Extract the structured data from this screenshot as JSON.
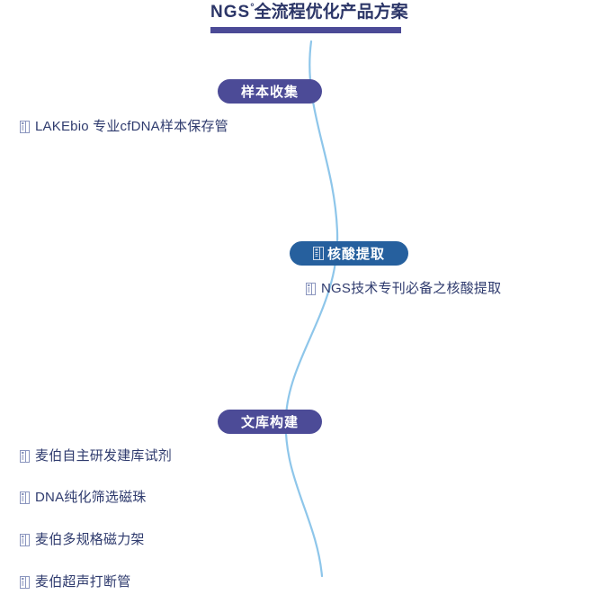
{
  "header": {
    "title_main": "全流程优化产品方案",
    "title_prefix": "NGS",
    "title_superscript": "°",
    "rule_color": "#4b4a96",
    "title_color": "#2c3668"
  },
  "colors": {
    "purple_badge": "#4c4b97",
    "blue_badge": "#26609e",
    "curve": "#8ec6ea",
    "body_text": "#2f3b6e"
  },
  "icons": {
    "placeholder": "broken-image-icon"
  },
  "stages": [
    {
      "id": "sample-collection",
      "badge_label": "样本收集",
      "badge_style": "purple",
      "badge_has_icon": false,
      "items": [
        {
          "label": "LAKEbio 专业cfDNA样本保存管"
        }
      ]
    },
    {
      "id": "nucleic-acid-extraction",
      "badge_label": "核酸提取",
      "badge_style": "blue",
      "badge_has_icon": true,
      "items": [
        {
          "label": "NGS技术专刊必备之核酸提取"
        }
      ]
    },
    {
      "id": "library-construction",
      "badge_label": "文库构建",
      "badge_style": "purple",
      "badge_has_icon": false,
      "items": [
        {
          "label": "麦伯自主研发建库试剂"
        },
        {
          "label": "DNA纯化筛选磁珠"
        },
        {
          "label": "麦伯多规格磁力架"
        },
        {
          "label": "麦伯超声打断管"
        }
      ]
    }
  ]
}
